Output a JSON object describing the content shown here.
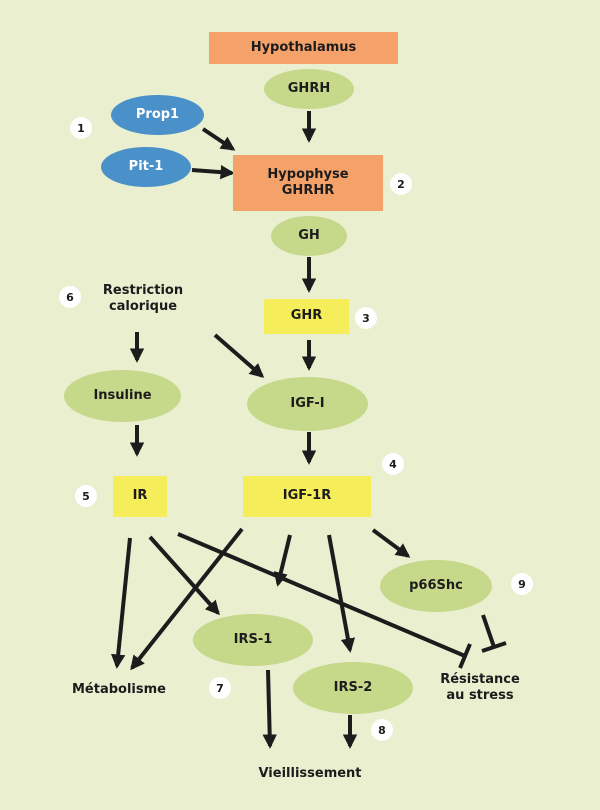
{
  "nodes": {
    "hypothalamus": "Hypothalamus",
    "ghrh": "GHRH",
    "prop1": "Prop1",
    "pit1": "Pit-1",
    "hypophyse_line1": "Hypophyse",
    "hypophyse_line2": "GHRHR",
    "gh": "GH",
    "restriction_line1": "Restriction",
    "restriction_line2": "calorique",
    "ghr": "GHR",
    "insuline": "Insuline",
    "igf1": "IGF-I",
    "ir": "IR",
    "igf1r": "IGF-1R",
    "p66shc": "p66Shc",
    "irs1": "IRS-1",
    "irs2": "IRS-2",
    "metabolisme": "Métabolisme",
    "resistance_line1": "Résistance",
    "resistance_line2": "au stress",
    "vieillissement": "Vieillissement"
  },
  "markers": {
    "m1": "1",
    "m2": "2",
    "m3": "3",
    "m4": "4",
    "m5": "5",
    "m6": "6",
    "m7": "7",
    "m8": "8",
    "m9": "9"
  },
  "colors": {
    "background": "#e9efcf",
    "orange": "#f4a26a",
    "yellow": "#f6ed5a",
    "green": "#c6d88a",
    "blue": "#4a90c9"
  }
}
